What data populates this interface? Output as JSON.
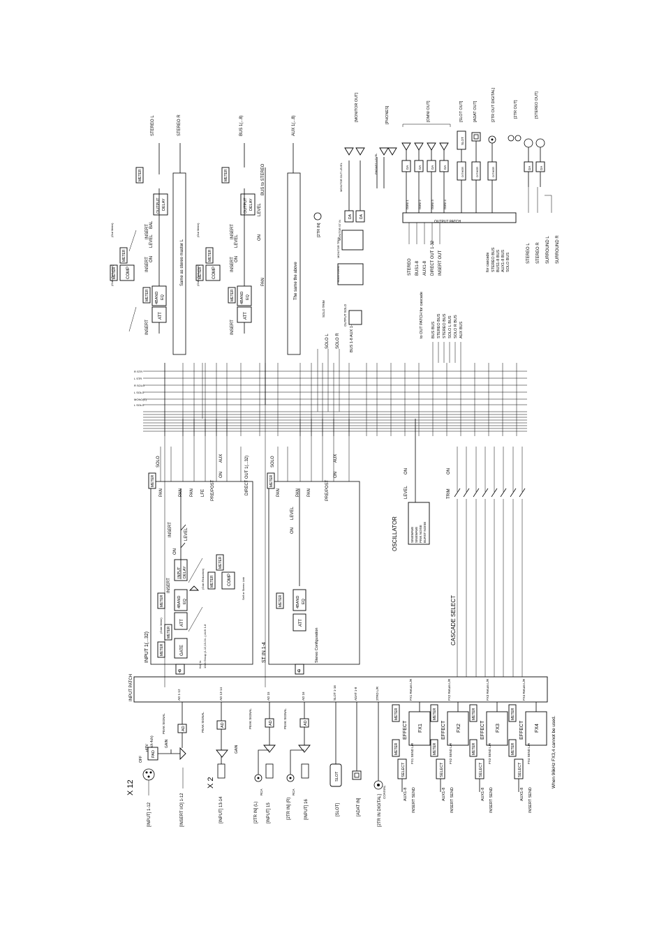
{
  "diagram": {
    "input_section": {
      "jacks": {
        "input_1_12": "[INPUT]\n1-12",
        "insert_io": "[INSERT I/O]\n1-12",
        "x12": "X 12",
        "input_13_14": "[INPUT]\n13-14",
        "x2": "X 2",
        "tr_in_l": "[2TR IN] (L)",
        "input_15": "[INPUT]\n15",
        "tr_in_r": "[2TR IN] (R)",
        "input_16": "[INPUT]\n16",
        "slot": "[SLOT]",
        "adat_in": "[ADAT IN]",
        "tr_in_digital": "[2TR IN DIGITAL]"
      },
      "labels": {
        "phantom": "+48V",
        "each4ch": "(each 4ch)",
        "off": "OFF",
        "pad": "PAD",
        "gain": "GAIN",
        "ad": "AD",
        "peak_signal": "PEAK SIGNAL",
        "slot_box": "SLOT",
        "coaxial": "COAXIAL",
        "rca": "RCA",
        "on": "ON"
      },
      "patch_sources": [
        "AD 1-12",
        "AD 13-14",
        "AD 15",
        "AD 16",
        "SLOT 1-16",
        "ADAT 1-8",
        "2TRD L/R",
        "FX1 Return L/R",
        "FX2 Return L/R",
        "FX3 Return L/R",
        "FX4 Return L/R"
      ],
      "input_patch": "INPUT PATCH"
    },
    "effects": [
      {
        "select": "SELECT",
        "meter": "METER",
        "effect": "EFFECT",
        "fx": "FX1",
        "send": "FX1 SEND L/R"
      },
      {
        "select": "SELECT",
        "meter": "METER",
        "effect": "EFFECT",
        "fx": "FX2",
        "send": "FX2 SEND L/R"
      },
      {
        "select": "SELECT",
        "meter": "METER",
        "effect": "EFFECT",
        "fx": "FX3",
        "send": "FX3 SEND L/R"
      },
      {
        "select": "SELECT",
        "meter": "METER",
        "effect": "EFFECT",
        "fx": "FX4",
        "send": "FX4 SEND L/R"
      }
    ],
    "effect_inputs": [
      "AUX1-8",
      "INSERT SEND"
    ],
    "footnote": "When 96kHz FX3,4 cannot be used.",
    "channel": {
      "title": "INPUT 1(...32)",
      "gate": "GATE",
      "att": "ATT",
      "eq": "4BAND EQ",
      "comp": "COMP",
      "input_delay": "INPUT DELAY",
      "insert": "INSERT",
      "meter": "METER",
      "level": "LEVEL",
      "on": "ON",
      "pan": "PAN",
      "lfe": "LFE",
      "pre_post": "PRE/POST",
      "aux": "AUX",
      "solo": "SOLO",
      "direct_out": "DIRECT OUT 1(...32)",
      "gate_meter": "(Gate Meter)",
      "gain_reduction": "(Gain Reduction)",
      "key_in": "Key In",
      "key_note": "12ch Group (1-12,13-24...)\nAUX 1-8",
      "comp_key": "Self or Stereo Link"
    },
    "st_in": {
      "title": "ST IN 1-4",
      "stereo_config": "Stereo Configuration"
    },
    "oscillator": {
      "title": "OSCILLATOR",
      "list": "SINEWAVE\nSINEWAVE\nPINK NOISE\nBURST NOISE",
      "level": "LEVEL",
      "on": "ON"
    },
    "cascade_select": "CASCADE SELECT",
    "trim": "TRIM",
    "buses": [
      "STEREO L",
      "STEREO R",
      "BUS 1(...8)",
      "AUX 1(...8)"
    ],
    "bus_lines": [
      "R STR",
      "L STR",
      "R SOLO",
      "L SOLO",
      "MONO(C)",
      "L SOLO"
    ],
    "master_stereo": {
      "insert": "INSERT",
      "att": "ATT",
      "eq": "4BAND EQ",
      "comp": "COMP",
      "meter": "METER",
      "level": "LEVEL",
      "on": "ON",
      "bal": "BAL",
      "output_delay": "OUTPUT DELAY",
      "same_as": "Same as stereo master L",
      "gate_meter": "(Gain Reduction)",
      "out_meter": "(Out Meter)"
    },
    "master_bus": {
      "bus_to_stereo": "BUS to STEREO",
      "pan": "PAN",
      "same_above": "The same the above"
    },
    "solo_section": {
      "solo_l": "SOLO L",
      "solo_r": "SOLO R",
      "bus_aux": "BUS 1-8 AUX 1-8",
      "solo_trim": "SOLO TRIM",
      "output_solo": "OUTPUT SOLO",
      "monitor_trim": "MONITOR TRIM",
      "solo_logic": "SOLO LOGIC",
      "monitor_out_level": "MONITOR OUT LEVEL",
      "phones_level": "PHONES LEVEL",
      "monitor_st_in": "MONITOR ST IN",
      "tr_in": "[2TR IN]",
      "da": "DA"
    },
    "out_patch_for_cascade": "to OUT PATCH for cascade",
    "cascade_buses": [
      "BUS BUS",
      "STEREO BUS",
      "STEREO BUS",
      "SOLO L BUS",
      "SOLO R BUS",
      "AUX BUS"
    ],
    "outputs": {
      "monitor_out": "[MONITOR OUT]",
      "phones": "[PHONES]",
      "omni_out": "[OMNI OUT]",
      "slot_out": "[SLOT OUT]",
      "adat_out": "[ADAT OUT]",
      "tr_out_digital": "[2TR OUT DIGITAL]",
      "tr_out": "[2TR OUT]",
      "stereo_out": "[STEREO OUT]",
      "output_patch": "OUTPUT PATCH",
      "patch_sources": [
        "STEREO",
        "BUS1-8",
        "AUX1-8",
        "DIRECT OUT 1-32",
        "INSERT OUT"
      ],
      "cascade_list": [
        "STEREO BUS",
        "BUS1-8 BUS",
        "AUX1-8 BUS",
        "SOLO BUS"
      ],
      "for_cascade": "for cascade",
      "stereo_l": "STEREO L",
      "stereo_r": "STEREO R",
      "surround_l": "SURROUND L",
      "surround_r": "SURROUND R",
      "omni_labels": [
        "OMNI 1",
        "OMNI 2",
        "OMNI 3",
        "OMNI 4"
      ],
      "dither": "DITHER",
      "coaxial": "COAXIAL"
    }
  }
}
